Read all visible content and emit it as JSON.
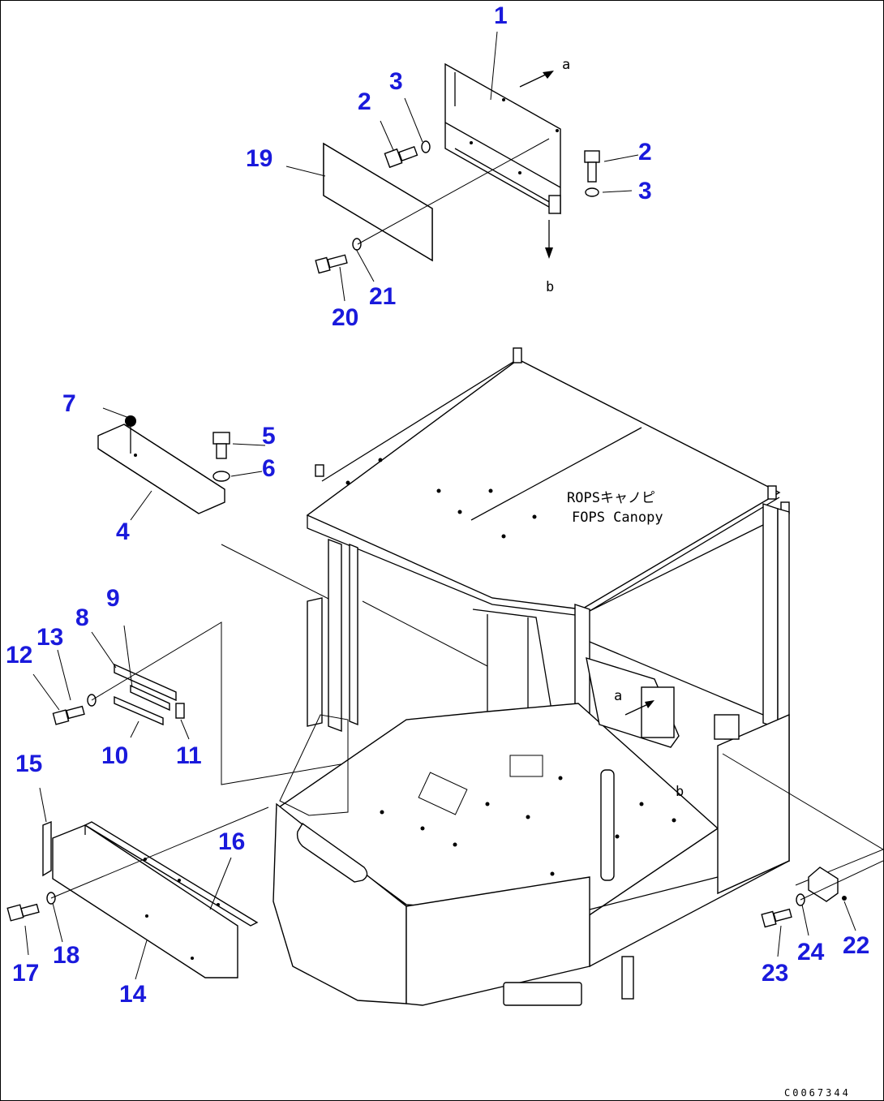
{
  "callouts": [
    {
      "id": "1",
      "text": "1"
    },
    {
      "id": "2a",
      "text": "2"
    },
    {
      "id": "3a",
      "text": "3"
    },
    {
      "id": "2b",
      "text": "2"
    },
    {
      "id": "3b",
      "text": "3"
    },
    {
      "id": "19",
      "text": "19"
    },
    {
      "id": "20",
      "text": "20"
    },
    {
      "id": "21",
      "text": "21"
    },
    {
      "id": "7",
      "text": "7"
    },
    {
      "id": "5",
      "text": "5"
    },
    {
      "id": "6",
      "text": "6"
    },
    {
      "id": "4",
      "text": "4"
    },
    {
      "id": "9",
      "text": "9"
    },
    {
      "id": "8",
      "text": "8"
    },
    {
      "id": "13",
      "text": "13"
    },
    {
      "id": "12",
      "text": "12"
    },
    {
      "id": "10",
      "text": "10"
    },
    {
      "id": "11",
      "text": "11"
    },
    {
      "id": "15",
      "text": "15"
    },
    {
      "id": "16",
      "text": "16"
    },
    {
      "id": "17",
      "text": "17"
    },
    {
      "id": "18",
      "text": "18"
    },
    {
      "id": "14",
      "text": "14"
    },
    {
      "id": "23",
      "text": "23"
    },
    {
      "id": "24",
      "text": "24"
    },
    {
      "id": "22",
      "text": "22"
    }
  ],
  "markers": {
    "a_top": "a",
    "b_top": "b",
    "a_cab": "a",
    "b_cab": "b"
  },
  "canopy_label": {
    "line1": "ROPSキャノピ",
    "line2": "FOPS Canopy"
  },
  "drawing_code": "C0067344"
}
